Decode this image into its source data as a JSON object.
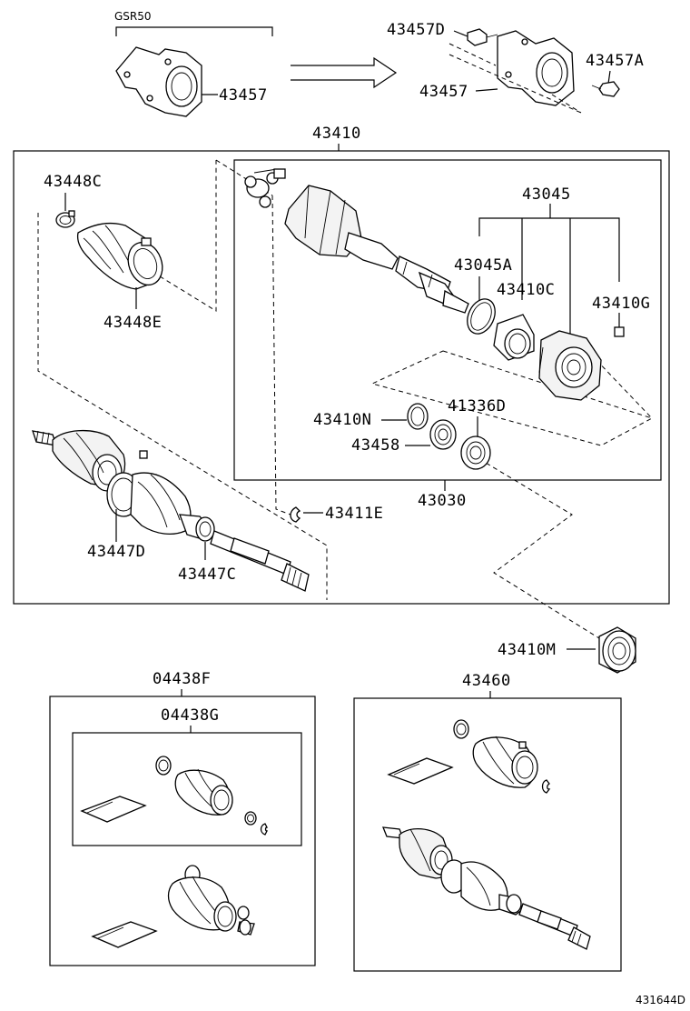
{
  "labels": {
    "model": "GSR50",
    "p43457_left": "43457",
    "p43457D": "43457D",
    "p43457A": "43457A",
    "p43457_right": "43457",
    "p43410": "43410",
    "p43448C": "43448C",
    "p43448E": "43448E",
    "p43045": "43045",
    "p43045A": "43045A",
    "p43410C": "43410C",
    "p43410G": "43410G",
    "p43410N": "43410N",
    "p41336D": "41336D",
    "p43458": "43458",
    "p43030": "43030",
    "p43411E": "43411E",
    "p43447D": "43447D",
    "p43447C": "43447C",
    "p43410M": "43410M",
    "p04438F": "04438F",
    "p04438G": "04438G",
    "p43460": "43460",
    "diagram_id": "431644D"
  }
}
